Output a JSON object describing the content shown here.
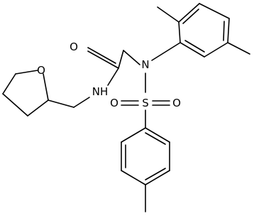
{
  "molecule": {
    "atom_labels": {
      "O_ring": "O",
      "O_carbonyl": "O",
      "N_amide": "NH",
      "N_sulfonamide": "N",
      "S": "S",
      "O_sulfonyl_left": "O",
      "O_sulfonyl_right": "O"
    }
  }
}
